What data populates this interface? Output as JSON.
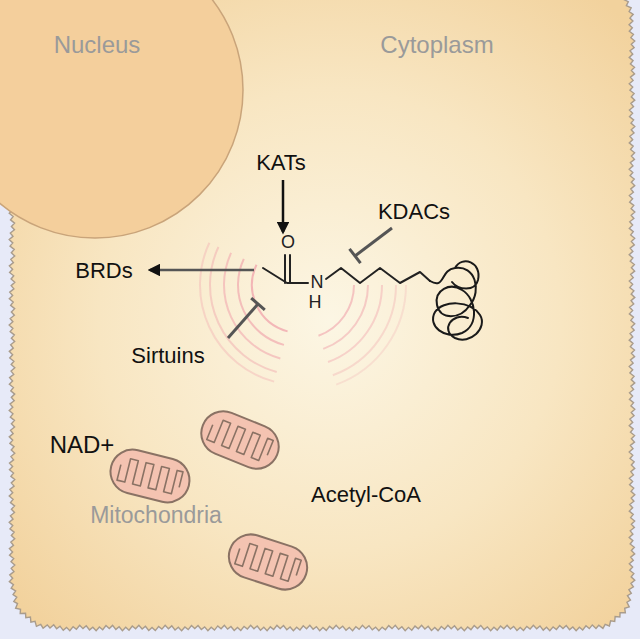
{
  "diagram": {
    "nodes": [
      {
        "text": [
          "Cytoplasm"
        ]
      },
      {
        "text": [
          "Nucleus"
        ],
        "in": 0
      }
    ],
    "labels": [
      "KATs",
      "KDACs",
      "BRDs",
      "Sirtuins",
      "O",
      "N",
      "H",
      "NAD+",
      "Mitochondria",
      "Acetyl-CoA"
    ]
  }
}
